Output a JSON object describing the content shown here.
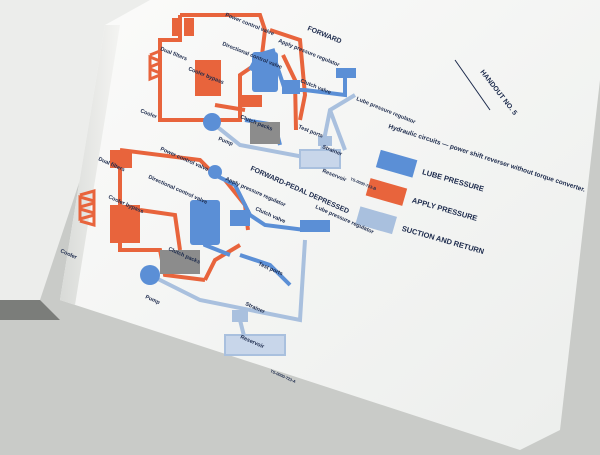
{
  "colors": {
    "lube": "#5b8fd6",
    "apply": "#e8643c",
    "suction": "#a9c0de",
    "paper": "#f7f7f5",
    "background": "#c9cbc8"
  },
  "plate": {
    "header": "HANDOUT NO. 5",
    "caption": "Hydraulic circuits — power shift reverser without torque converter.",
    "legend": [
      {
        "label": "LUBE PRESSURE",
        "color": "#5b8fd6"
      },
      {
        "label": "APPLY PRESSURE",
        "color": "#e8643c"
      },
      {
        "label": "SUCTION AND RETURN",
        "color": "#a9c0de"
      }
    ]
  },
  "diagram_top": {
    "title": "FORWARD",
    "labels": {
      "power_control_valve": "Power control valve",
      "apply_pressure_regulator": "Apply pressure regulator",
      "dual_filters": "Dual filters",
      "directional_control_valve": "Directional control valve",
      "clutch_valve": "Clutch valve",
      "cooler_bypass": "Cooler bypass",
      "lube_pressure_regulator": "Lube pressure regulator",
      "clutch_packs": "Clutch packs",
      "cooler": "Cooler",
      "test_ports": "Test ports",
      "pump": "Pump",
      "strainer": "Strainer",
      "reservoir": "Reservoir",
      "figure_number": "TS-0000-723-B"
    }
  },
  "diagram_bottom": {
    "title": "FORWARD-PEDAL DEPRESSED",
    "labels": {
      "dual_filters": "Dual filters",
      "power_control_valve": "Power control valve",
      "apply_pressure_regulator": "Apply pressure regulator",
      "directional_control_valve": "Directional control valve",
      "clutch_valve": "Clutch valve",
      "lube_pressure_regulator": "Lube pressure regulator",
      "cooler_bypass": "Cooler bypass",
      "clutch_packs": "Clutch packs",
      "cooler": "Cooler",
      "test_ports": "Test ports",
      "pump": "Pump",
      "strainer": "Strainer",
      "reservoir": "Reservoir",
      "figure_number": "TS-0000-723-A"
    }
  }
}
